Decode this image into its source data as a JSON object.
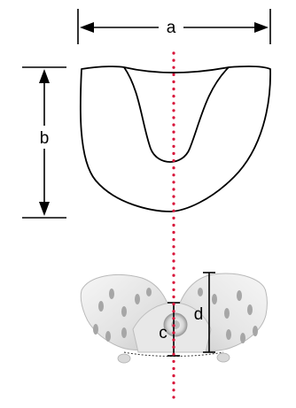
{
  "diagram": {
    "labels": {
      "a": "a",
      "b": "b",
      "c": "c",
      "d": "d"
    },
    "colors": {
      "outline": "#000000",
      "center_line": "#d8143a",
      "tray_light": "#f1f1f1",
      "tray_mid": "#dcdcdc",
      "tray_dark": "#a9a9a9"
    }
  }
}
